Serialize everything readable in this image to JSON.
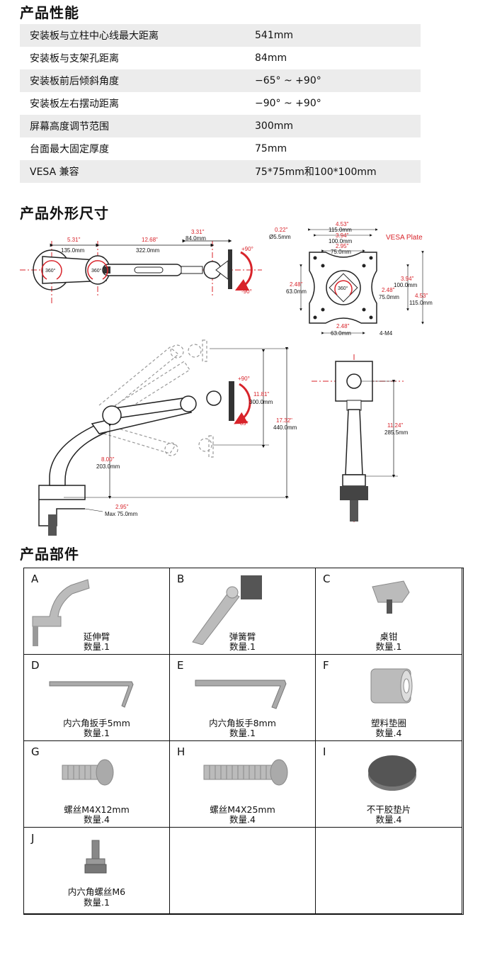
{
  "sections": {
    "performance": "产品性能",
    "dimensions": "产品外形尺寸",
    "parts": "产品部件"
  },
  "specs": [
    {
      "label": "安装板与立柱中心线最大距离",
      "value": "541mm"
    },
    {
      "label": "安装板与支架孔距离",
      "value": "84mm"
    },
    {
      "label": "安装板前后倾斜角度",
      "value": "−65° ~ +90°"
    },
    {
      "label": "安装板左右摆动距离",
      "value": "−90° ~ +90°"
    },
    {
      "label": "屏幕高度调节范围",
      "value": "300mm"
    },
    {
      "label": "台面最大固定厚度",
      "value": "75mm"
    },
    {
      "label": "VESA 兼容",
      "value": "75*75mm和100*100mm"
    }
  ],
  "diagram": {
    "top": {
      "d1_in": "5.31\"",
      "d1_mm": "135.0mm",
      "d2_in": "12.68\"",
      "d2_mm": "322.0mm",
      "d3_in": "3.31\"",
      "d3_mm": "84.0mm",
      "rot1": "360°",
      "rot2": "360°",
      "tilt_pos": "+90°",
      "tilt_neg": "-90°"
    },
    "vesa": {
      "title": "VESA Plate",
      "hole_in": "0.22\"",
      "hole_mm": "Ø5.5mm",
      "w1_in": "4.53\"",
      "w1_mm": "115.0mm",
      "w2_in": "3.94\"",
      "w2_mm": "100.0mm",
      "w3_in": "2.95\"",
      "w3_mm": "75.0mm",
      "l_in": "2.48\"",
      "l_mm": "63.0mm",
      "r1_in": "3.94\"",
      "r1_mm": "100.0mm",
      "r2_in": "2.48\"",
      "r2_mm": "75.0mm",
      "r3_in": "4.53\"",
      "r3_mm": "115.0mm",
      "b_in": "2.48\"",
      "b_mm": "63.0mm",
      "screws": "4-M4",
      "rot": "360°"
    },
    "side": {
      "tilt_pos": "+90°",
      "tilt_neg": "-65°",
      "range_in": "11.81\"",
      "range_mm": "300.0mm",
      "total_in": "17.32\"",
      "total_mm": "440.0mm",
      "pole_in": "8.00\"",
      "pole_mm": "203.0mm",
      "clamp_in": "2.95\"",
      "clamp_mm": "Max 75.0mm"
    },
    "front": {
      "h_in": "11.24\"",
      "h_mm": "285.5mm"
    }
  },
  "parts": [
    {
      "letter": "A",
      "name": "延伸臂",
      "qty": "数量.1",
      "icon": "extension-arm-icon"
    },
    {
      "letter": "B",
      "name": "弹簧臂",
      "qty": "数量.1",
      "icon": "spring-arm-icon"
    },
    {
      "letter": "C",
      "name": "桌钳",
      "qty": "数量.1",
      "icon": "desk-clamp-icon"
    },
    {
      "letter": "D",
      "name": "内六角扳手5mm",
      "qty": "数量.1",
      "icon": "hex-key-icon"
    },
    {
      "letter": "E",
      "name": "内六角扳手8mm",
      "qty": "数量.1",
      "icon": "hex-key-icon"
    },
    {
      "letter": "F",
      "name": "塑料垫圈",
      "qty": "数量.4",
      "icon": "plastic-washer-icon"
    },
    {
      "letter": "G",
      "name": "螺丝M4X12mm",
      "qty": "数量.4",
      "icon": "short-screw-icon"
    },
    {
      "letter": "H",
      "name": "螺丝M4X25mm",
      "qty": "数量.4",
      "icon": "long-screw-icon"
    },
    {
      "letter": "I",
      "name": "不干胶垫片",
      "qty": "数量.4",
      "icon": "adhesive-pad-icon"
    },
    {
      "letter": "J",
      "name": "内六角螺丝M6",
      "qty": "数量.1",
      "icon": "hex-bolt-icon"
    }
  ]
}
